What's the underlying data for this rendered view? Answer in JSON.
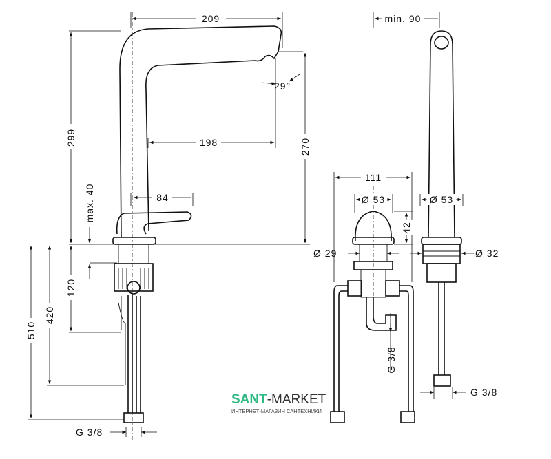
{
  "side_view": {
    "width_209": "209",
    "angle_29": "29°",
    "reach_198": "198",
    "height_299": "299",
    "height_270": "270",
    "handle_84": "84",
    "max_40": "max. 40",
    "depth_120": "120",
    "hose_420": "420",
    "hose_510": "510",
    "thread": "G 3/8"
  },
  "middle_view": {
    "width_111": "111",
    "dia_53": "Ø 53",
    "height_42": "42",
    "dia_29": "Ø 29",
    "thread": "G 3/8"
  },
  "right_view": {
    "min_90": "min. 90",
    "dia_53": "Ø 53",
    "dia_32": "Ø 32",
    "thread": "G 3/8"
  },
  "watermark": {
    "brand_green": "SANT",
    "brand_dark": "-MARKET",
    "tagline": "ИНТЕРНЕТ-МАГАЗИН САНТЕХНИКИ"
  },
  "colors": {
    "brand": "#2eb882",
    "line": "#111111"
  }
}
